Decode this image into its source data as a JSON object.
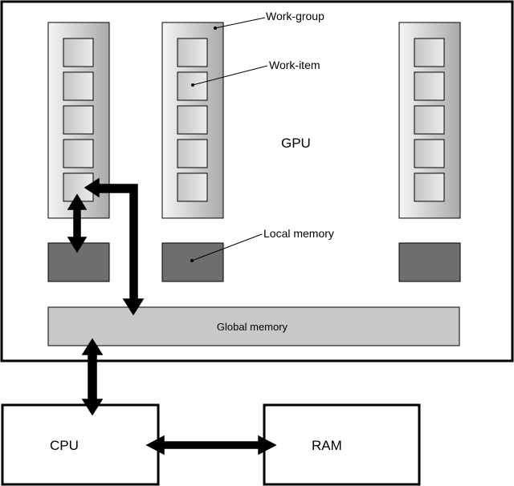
{
  "labels": {
    "work_group": "Work-group",
    "work_item": "Work-item",
    "gpu": "GPU",
    "local_memory": "Local memory",
    "global_memory": "Global memory",
    "cpu": "CPU",
    "ram": "RAM"
  },
  "colors": {
    "outline": "#000000",
    "local_memory_fill": "#6e6e6e",
    "global_memory_fill": "#c8c8c8",
    "work_group_gradient_light": "#f6f6f6",
    "work_group_gradient_dark": "#a9a9a9",
    "work_item_fill": "#d8d8d8"
  }
}
